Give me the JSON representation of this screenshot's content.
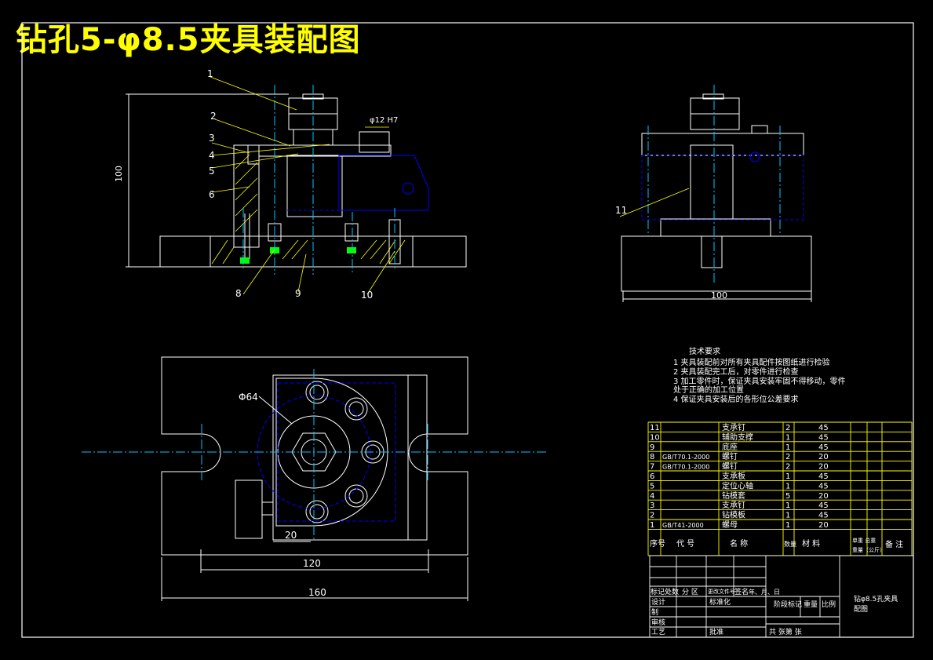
{
  "title": "钻孔5-φ8.5夹具装配图",
  "colors": {
    "background": "#000000",
    "frame": "#ffffff",
    "title": "#ffff00",
    "part": "#ffffff",
    "hidden": "#0000ff",
    "center": "#00c8ff",
    "hatch": "#ffff00",
    "dimension": "#ffffff",
    "table": "#ffff00",
    "fastener": "#00ff00"
  },
  "front_view": {
    "leaders": [
      "1",
      "2",
      "3",
      "4",
      "5",
      "6",
      "8",
      "9",
      "10"
    ],
    "dims": {
      "height": "100",
      "hole": "φ12 H7"
    }
  },
  "side_view": {
    "leaders": [
      "11"
    ],
    "dims": {
      "width": "100"
    }
  },
  "top_view": {
    "dims": {
      "pcd": "Φ64",
      "offset": "20",
      "inner": "120",
      "overall": "160"
    }
  },
  "tech_requirements": {
    "heading": "技术要求",
    "items": [
      "1 夹具装配前对所有夹具配件按图纸进行检验",
      "2 夹具装配完工后，对零件进行检查",
      "3 加工零件时，保证夹具安装牢固不得移动，零件",
      "   处于正确的加工位置",
      "4 保证夹具安装后的各形位公差要求"
    ]
  },
  "bom": {
    "rows": [
      {
        "no": "11",
        "code": "",
        "name": "支承钉",
        "qty": "2",
        "material": "45"
      },
      {
        "no": "10",
        "code": "",
        "name": "辅助支撑",
        "qty": "1",
        "material": "45"
      },
      {
        "no": "9",
        "code": "",
        "name": "底座",
        "qty": "1",
        "material": "45"
      },
      {
        "no": "8",
        "code": "GB/T70.1-2000",
        "name": "螺钉",
        "qty": "2",
        "material": "20"
      },
      {
        "no": "7",
        "code": "GB/T70.1-2000",
        "name": "螺钉",
        "qty": "2",
        "material": "20"
      },
      {
        "no": "6",
        "code": "",
        "name": "支承板",
        "qty": "1",
        "material": "45"
      },
      {
        "no": "5",
        "code": "",
        "name": "定位心轴",
        "qty": "1",
        "material": "45"
      },
      {
        "no": "4",
        "code": "",
        "name": "钻模套",
        "qty": "5",
        "material": "20"
      },
      {
        "no": "3",
        "code": "",
        "name": "支承钉",
        "qty": "1",
        "material": "45"
      },
      {
        "no": "2",
        "code": "",
        "name": "钻模板",
        "qty": "1",
        "material": "45"
      },
      {
        "no": "1",
        "code": "GB/T41-2000",
        "name": "螺母",
        "qty": "1",
        "material": "20"
      }
    ],
    "header": {
      "no": "序号",
      "code": "代   号",
      "name": "名   称",
      "qty": "数量",
      "material": "材   料",
      "weight": "单重 总重",
      "weight2": "重量（公斤）",
      "remark": "备 注"
    }
  },
  "title_block": {
    "row_mark": "标记处数",
    "row_partition": "分 区",
    "row_change": "更改文件号",
    "row_sign": "签名",
    "row_date": "年、月、日",
    "design": "设计",
    "standard": "标准化",
    "drawn": "制",
    "check": "审核",
    "process": "工艺",
    "approve": "批准",
    "stage": "阶段标记",
    "weight": "重量",
    "scale": "比例",
    "sheets": "共   张第   张",
    "drawing_name": "钻φ8.5孔夹具",
    "drawing_name2": "配图"
  }
}
